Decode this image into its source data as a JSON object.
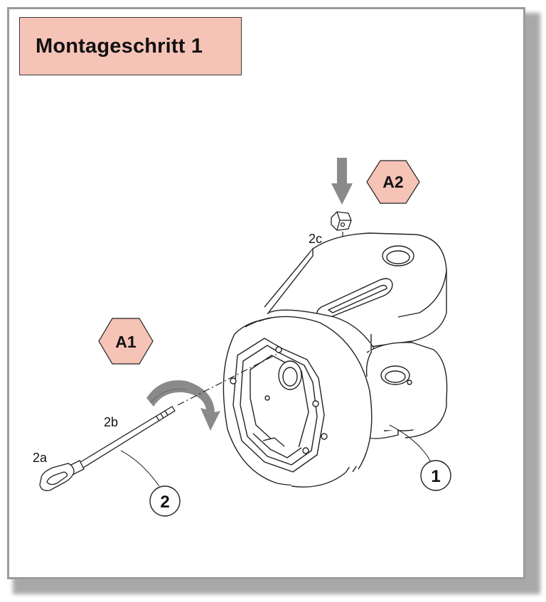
{
  "page": {
    "title": "Montageschritt 1"
  },
  "hex_markers": {
    "a1": "A1",
    "a2": "A2"
  },
  "part_labels": {
    "p2a": "2a",
    "p2b": "2b",
    "p2c": "2c"
  },
  "callouts": {
    "c1": "1",
    "c2": "2"
  },
  "colors": {
    "title_bg": "#f6c3b7",
    "hex_fill": "#f6c3b7",
    "arrow_gray": "#8a8a8a",
    "border_gray": "#9b9b9b"
  }
}
